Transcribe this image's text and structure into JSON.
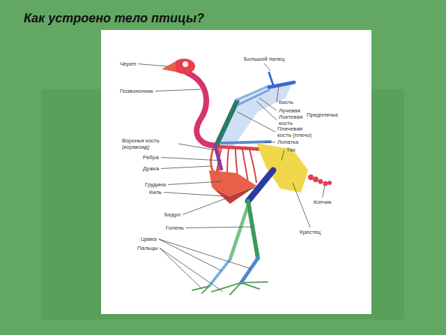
{
  "diagram": {
    "title": "Как устроено тело птицы?",
    "labels": [
      "Череп",
      "Позвоночник",
      "Большой палец",
      "Кисть",
      "Лучевая",
      "Локтевая кость",
      "Предплечье",
      "Плечевая кость (плечо)",
      "Лопатка",
      "Таз",
      "Воронья кость (коракоид)",
      "Ребра",
      "Дужка",
      "Грудина",
      "Киль",
      "Бедро",
      "Голень",
      "Цевка",
      "Пальцы",
      "Копчик",
      "Крестец"
    ]
  }
}
